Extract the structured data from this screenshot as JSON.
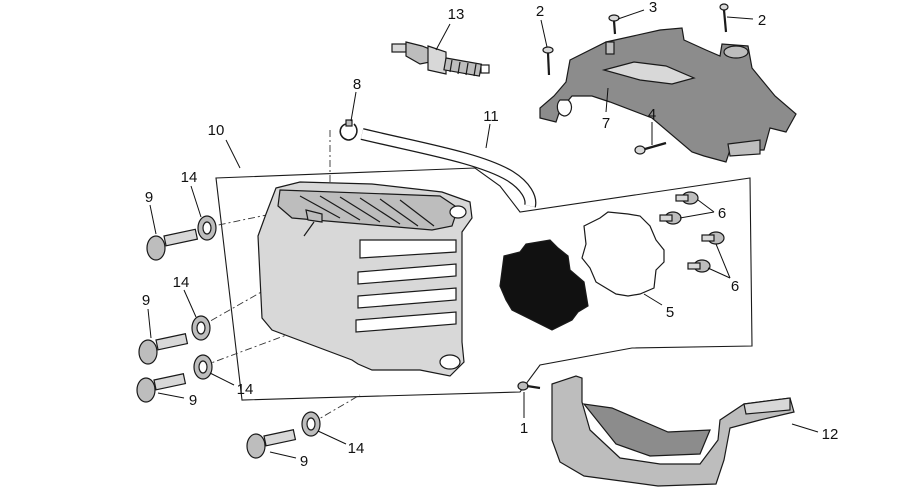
{
  "callouts": {
    "c13": "13",
    "c2a": "2",
    "c3": "3",
    "c2b": "2",
    "c8": "8",
    "c10": "10",
    "c11": "11",
    "c7": "7",
    "c4": "4",
    "c14a": "14",
    "c9a": "9",
    "c6a": "6",
    "c14b": "14",
    "c9b": "9",
    "c5": "5",
    "c6b": "6",
    "c14c": "14",
    "c9c": "9",
    "c1": "1",
    "c12": "12",
    "c14d": "14",
    "c9d": "9"
  },
  "colors": {
    "line": "#1a1a1a",
    "part_fill_light": "#d8d8d8",
    "part_fill_mid": "#bdbdbd",
    "part_fill_dark": "#8c8c8c",
    "gasket_fill": "#111111"
  }
}
